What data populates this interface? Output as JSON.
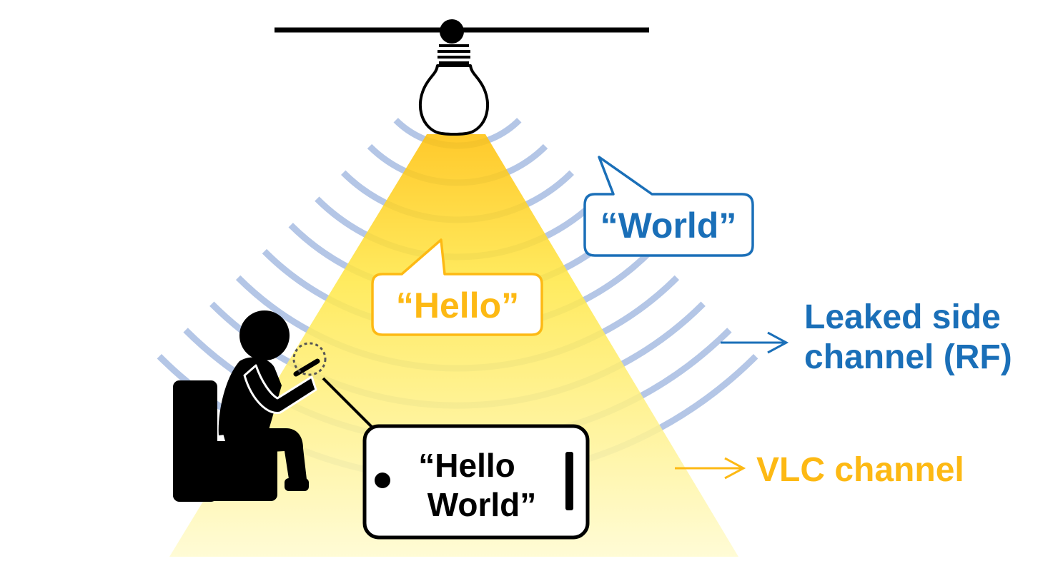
{
  "labels": {
    "bubble_world": "“World”",
    "bubble_hello": "“Hello”",
    "phone_line1": "“Hello",
    "phone_line2": "World”",
    "rf_line1": "Leaked side",
    "rf_line2": "channel (RF)",
    "vlc": "VLC channel"
  },
  "colors": {
    "rf_blue": "#1a6fb8",
    "vlc_yellow": "#fdb914",
    "wave": "#b4c6e6",
    "black": "#000000"
  },
  "icons": {
    "lamp": "light-bulb-icon",
    "person": "seated-person-icon",
    "phone": "smartphone-icon"
  }
}
